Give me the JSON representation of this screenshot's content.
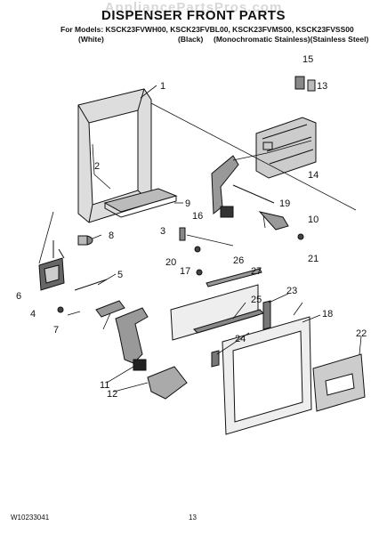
{
  "header": {
    "watermark": "AppliancePartsPros.com",
    "title": "DISPENSER FRONT PARTS",
    "models": "For Models: KSCK23FVWH00, KSCK23FVBL00, KSCK23FVMS00, KSCK23FVSS00",
    "variants": [
      "(White)",
      "(Black)",
      "(Monochromatic Stainless)(Stainless Steel)"
    ]
  },
  "callouts": [
    "1",
    "2",
    "3",
    "4",
    "5",
    "6",
    "7",
    "8",
    "9",
    "10",
    "11",
    "12",
    "13",
    "14",
    "15",
    "16",
    "17",
    "18",
    "19",
    "20",
    "21",
    "22",
    "23",
    "24",
    "25",
    "26",
    "27"
  ],
  "footer": {
    "doc_number": "W10233041",
    "page_number": "13"
  },
  "colors": {
    "line": "#111111",
    "shade": "#bdbdbd",
    "dark": "#555555"
  }
}
